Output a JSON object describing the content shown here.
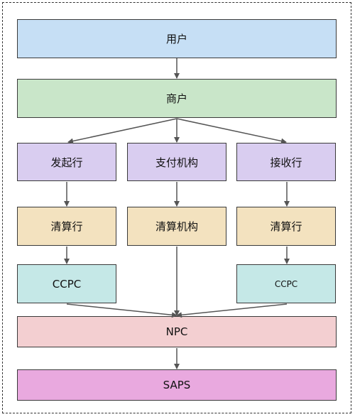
{
  "nodes": {
    "user": "用户",
    "merchant": "商户",
    "originating_bank": "发起行",
    "payment_institution": "支付机构",
    "receiving_bank": "接收行",
    "clearing_bank_left": "清算行",
    "clearing_institution": "清算机构",
    "clearing_bank_right": "清算行",
    "ccpc_left": "CCPC",
    "ccpc_right": "CCPC",
    "npc": "NPC",
    "saps": "SAPS"
  },
  "colors": {
    "user": "#c6dff5",
    "merchant": "#c9e6c9",
    "bank_row": "#d9cdf0",
    "clearing_row": "#f3e2bf",
    "ccpc": "#c5e8e7",
    "npc": "#f3cfd1",
    "saps": "#e9a9df",
    "line": "#555555"
  }
}
